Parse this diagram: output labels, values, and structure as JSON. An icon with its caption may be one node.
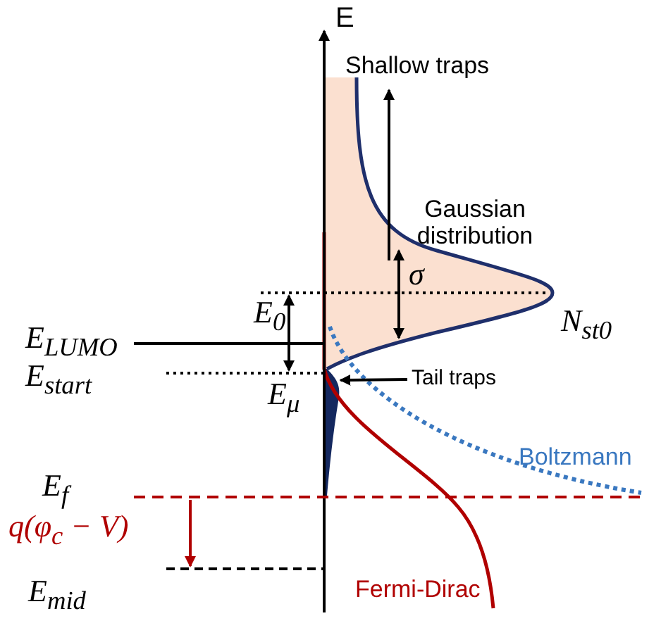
{
  "diagram": {
    "nodes": [
      {
        "text": [
          "Tail traps"
        ]
      },
      {
        "text": [],
        "shape": "picture"
      }
    ],
    "edges": [
      {
        "from": 0,
        "to": 1,
        "arrow": "to"
      }
    ],
    "labels": [
      "E",
      "Shallow traps",
      "Gaussian distribution",
      "σ",
      "N$_{st0}$",
      "E$_{LUMO}$",
      "E$_{0}$",
      "E$_{start}$",
      "E$_{μ}$",
      "Boltzmann",
      "E$_{f}$",
      "q(φ$_{c}$ − V)",
      "E$_{mid}$",
      "Fermi-Dirac"
    ]
  }
}
